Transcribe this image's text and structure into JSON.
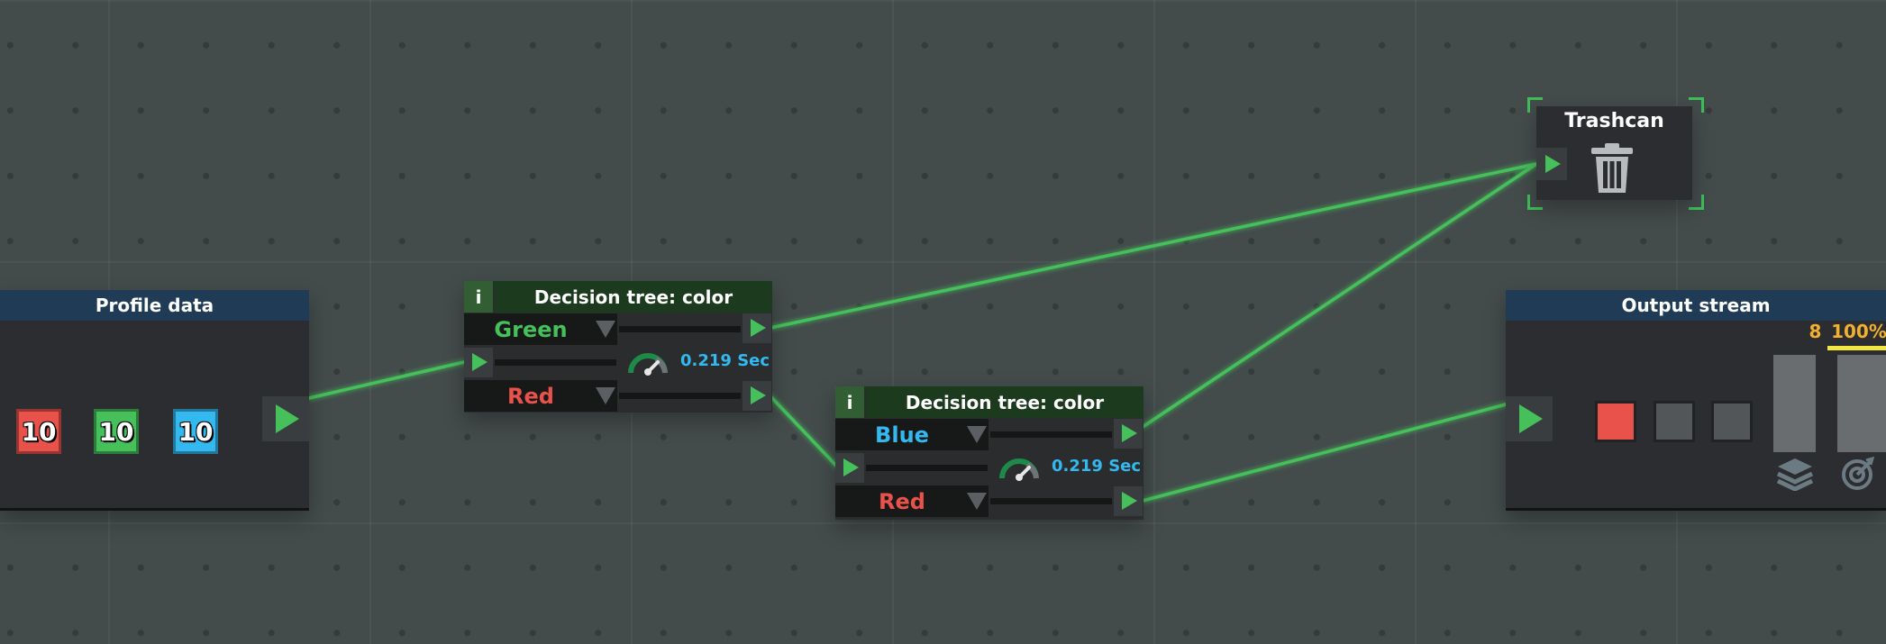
{
  "canvas": {
    "background": "#434b4b"
  },
  "colors": {
    "wire": "#45c05a",
    "green": "#45c05a",
    "red": "#e8524a",
    "blue": "#33b8f0",
    "yellow": "#f0b030",
    "header_blue": "#1f3b55",
    "header_green": "#1c3a1e"
  },
  "profile_data": {
    "title": "Profile data",
    "chips": [
      {
        "value": "10",
        "color": "#e8524a"
      },
      {
        "value": "10",
        "color": "#45c05a"
      },
      {
        "value": "10",
        "color": "#33b8f0"
      }
    ]
  },
  "decision_tree_1": {
    "info": "i",
    "title": "Decision tree: color",
    "option_top": "Green",
    "option_top_color": "#45c05a",
    "option_bottom": "Red",
    "option_bottom_color": "#e8524a",
    "time": "0.219 Sec"
  },
  "decision_tree_2": {
    "info": "i",
    "title": "Decision tree: color",
    "option_top": "Blue",
    "option_top_color": "#33b8f0",
    "option_bottom": "Red",
    "option_bottom_color": "#e8524a",
    "time": "0.219 Sec"
  },
  "trashcan": {
    "title": "Trashcan",
    "icon": "trash-icon"
  },
  "output_stream": {
    "title": "Output stream",
    "slots_filled": 1,
    "slots_total": 3,
    "slot_fill_color": "#e8524a",
    "count": "8",
    "percent": "100%",
    "icons": [
      "layers-icon",
      "target-icon"
    ]
  }
}
